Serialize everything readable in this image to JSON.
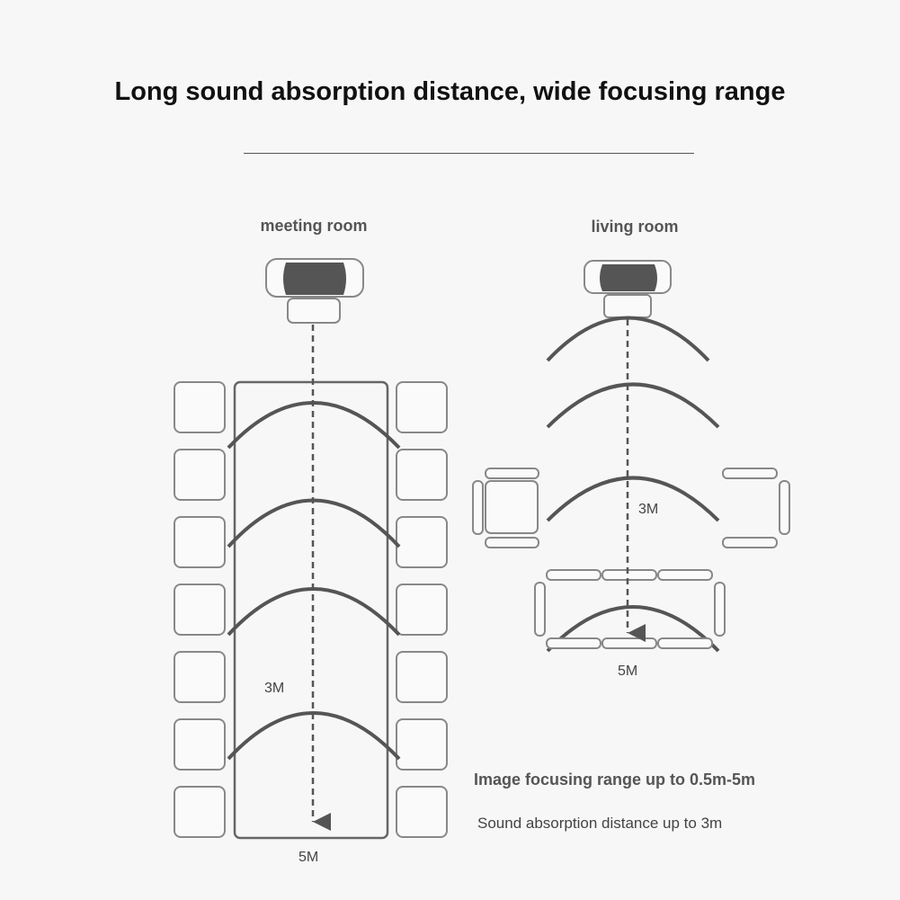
{
  "title": "Long sound absorption distance, wide focusing range",
  "meeting_room": {
    "label": "meeting room",
    "distance_mid": "3M",
    "distance_end": "5M"
  },
  "living_room": {
    "label": "living room",
    "distance_mid": "3M",
    "distance_end": "5M"
  },
  "captions": {
    "focus_range": "Image focusing range up to 0.5m-5m",
    "sound_distance": "Sound absorption distance up to 3m"
  },
  "colors": {
    "outline": "#888888",
    "arc": "#555555",
    "camera_lens": "#555555",
    "text": "#555555"
  },
  "icons": [
    "webcam-icon",
    "chair-icon",
    "sofa-icon"
  ]
}
